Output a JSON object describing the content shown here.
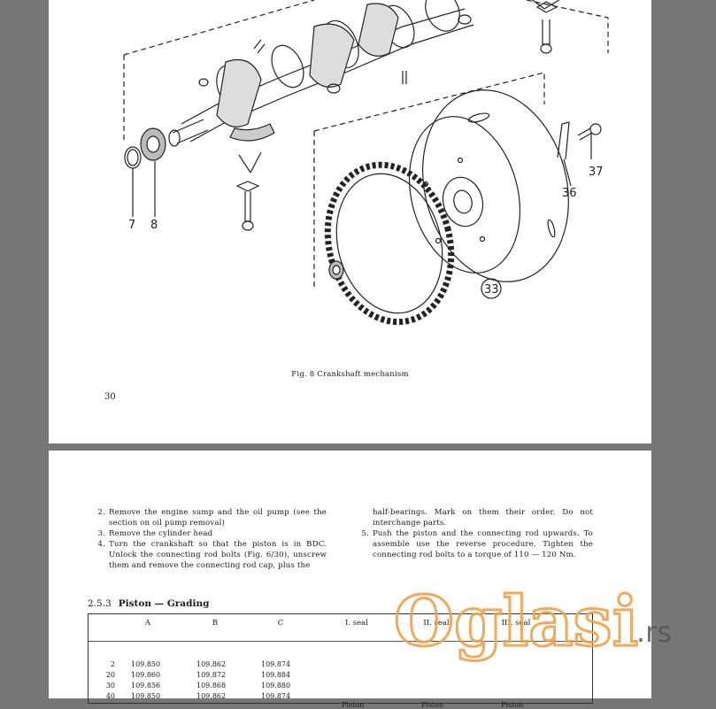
{
  "page1": {
    "callouts": [
      "7",
      "8",
      "36",
      "37",
      "33"
    ],
    "caption": "Fig. 8 Crankshaft mechanism",
    "page_number": "30"
  },
  "page2": {
    "steps_left": [
      {
        "num": "2.",
        "text": "Remove the engine sump and the oil pump (see the section on oil pump removal)"
      },
      {
        "num": "3.",
        "text": "Remove the cylinder head"
      },
      {
        "num": "4.",
        "text": "Turn the crankshaft so that the piston is in BDC. Unlock the connecting rod bolts (Fig. 6/30), unscrew them and remove the connecting rod cap, plus the"
      }
    ],
    "right_continuation": "half-bearings. Mark on them their order. Do not interchange parts.",
    "steps_right": [
      {
        "num": "5.",
        "text": "Push the piston and the connecting rod upwards. To assemble use the reverse procedure. Tighten the connecting rod bolts to a torque of 110 — 120 Nm."
      }
    ],
    "section_number": "2.5.3",
    "section_title": "Piston — Grading",
    "table": {
      "headers": [
        "A",
        "B",
        "C",
        "I. seal",
        "II. seal",
        "III. seal"
      ],
      "rows": [
        [
          "2",
          "109.850",
          "109.862",
          "109.874"
        ],
        [
          "20",
          "109.860",
          "109.872",
          "109.884"
        ],
        [
          "30",
          "109.856",
          "109.868",
          "109.880"
        ],
        [
          "40",
          "109.850",
          "109.862",
          "109.874"
        ]
      ],
      "partial_labels": [
        "Piston",
        "Piston",
        "Piston"
      ]
    }
  },
  "watermark": {
    "text": "Oglasi",
    "suffix": ".rs",
    "color": "#f0a04a"
  }
}
